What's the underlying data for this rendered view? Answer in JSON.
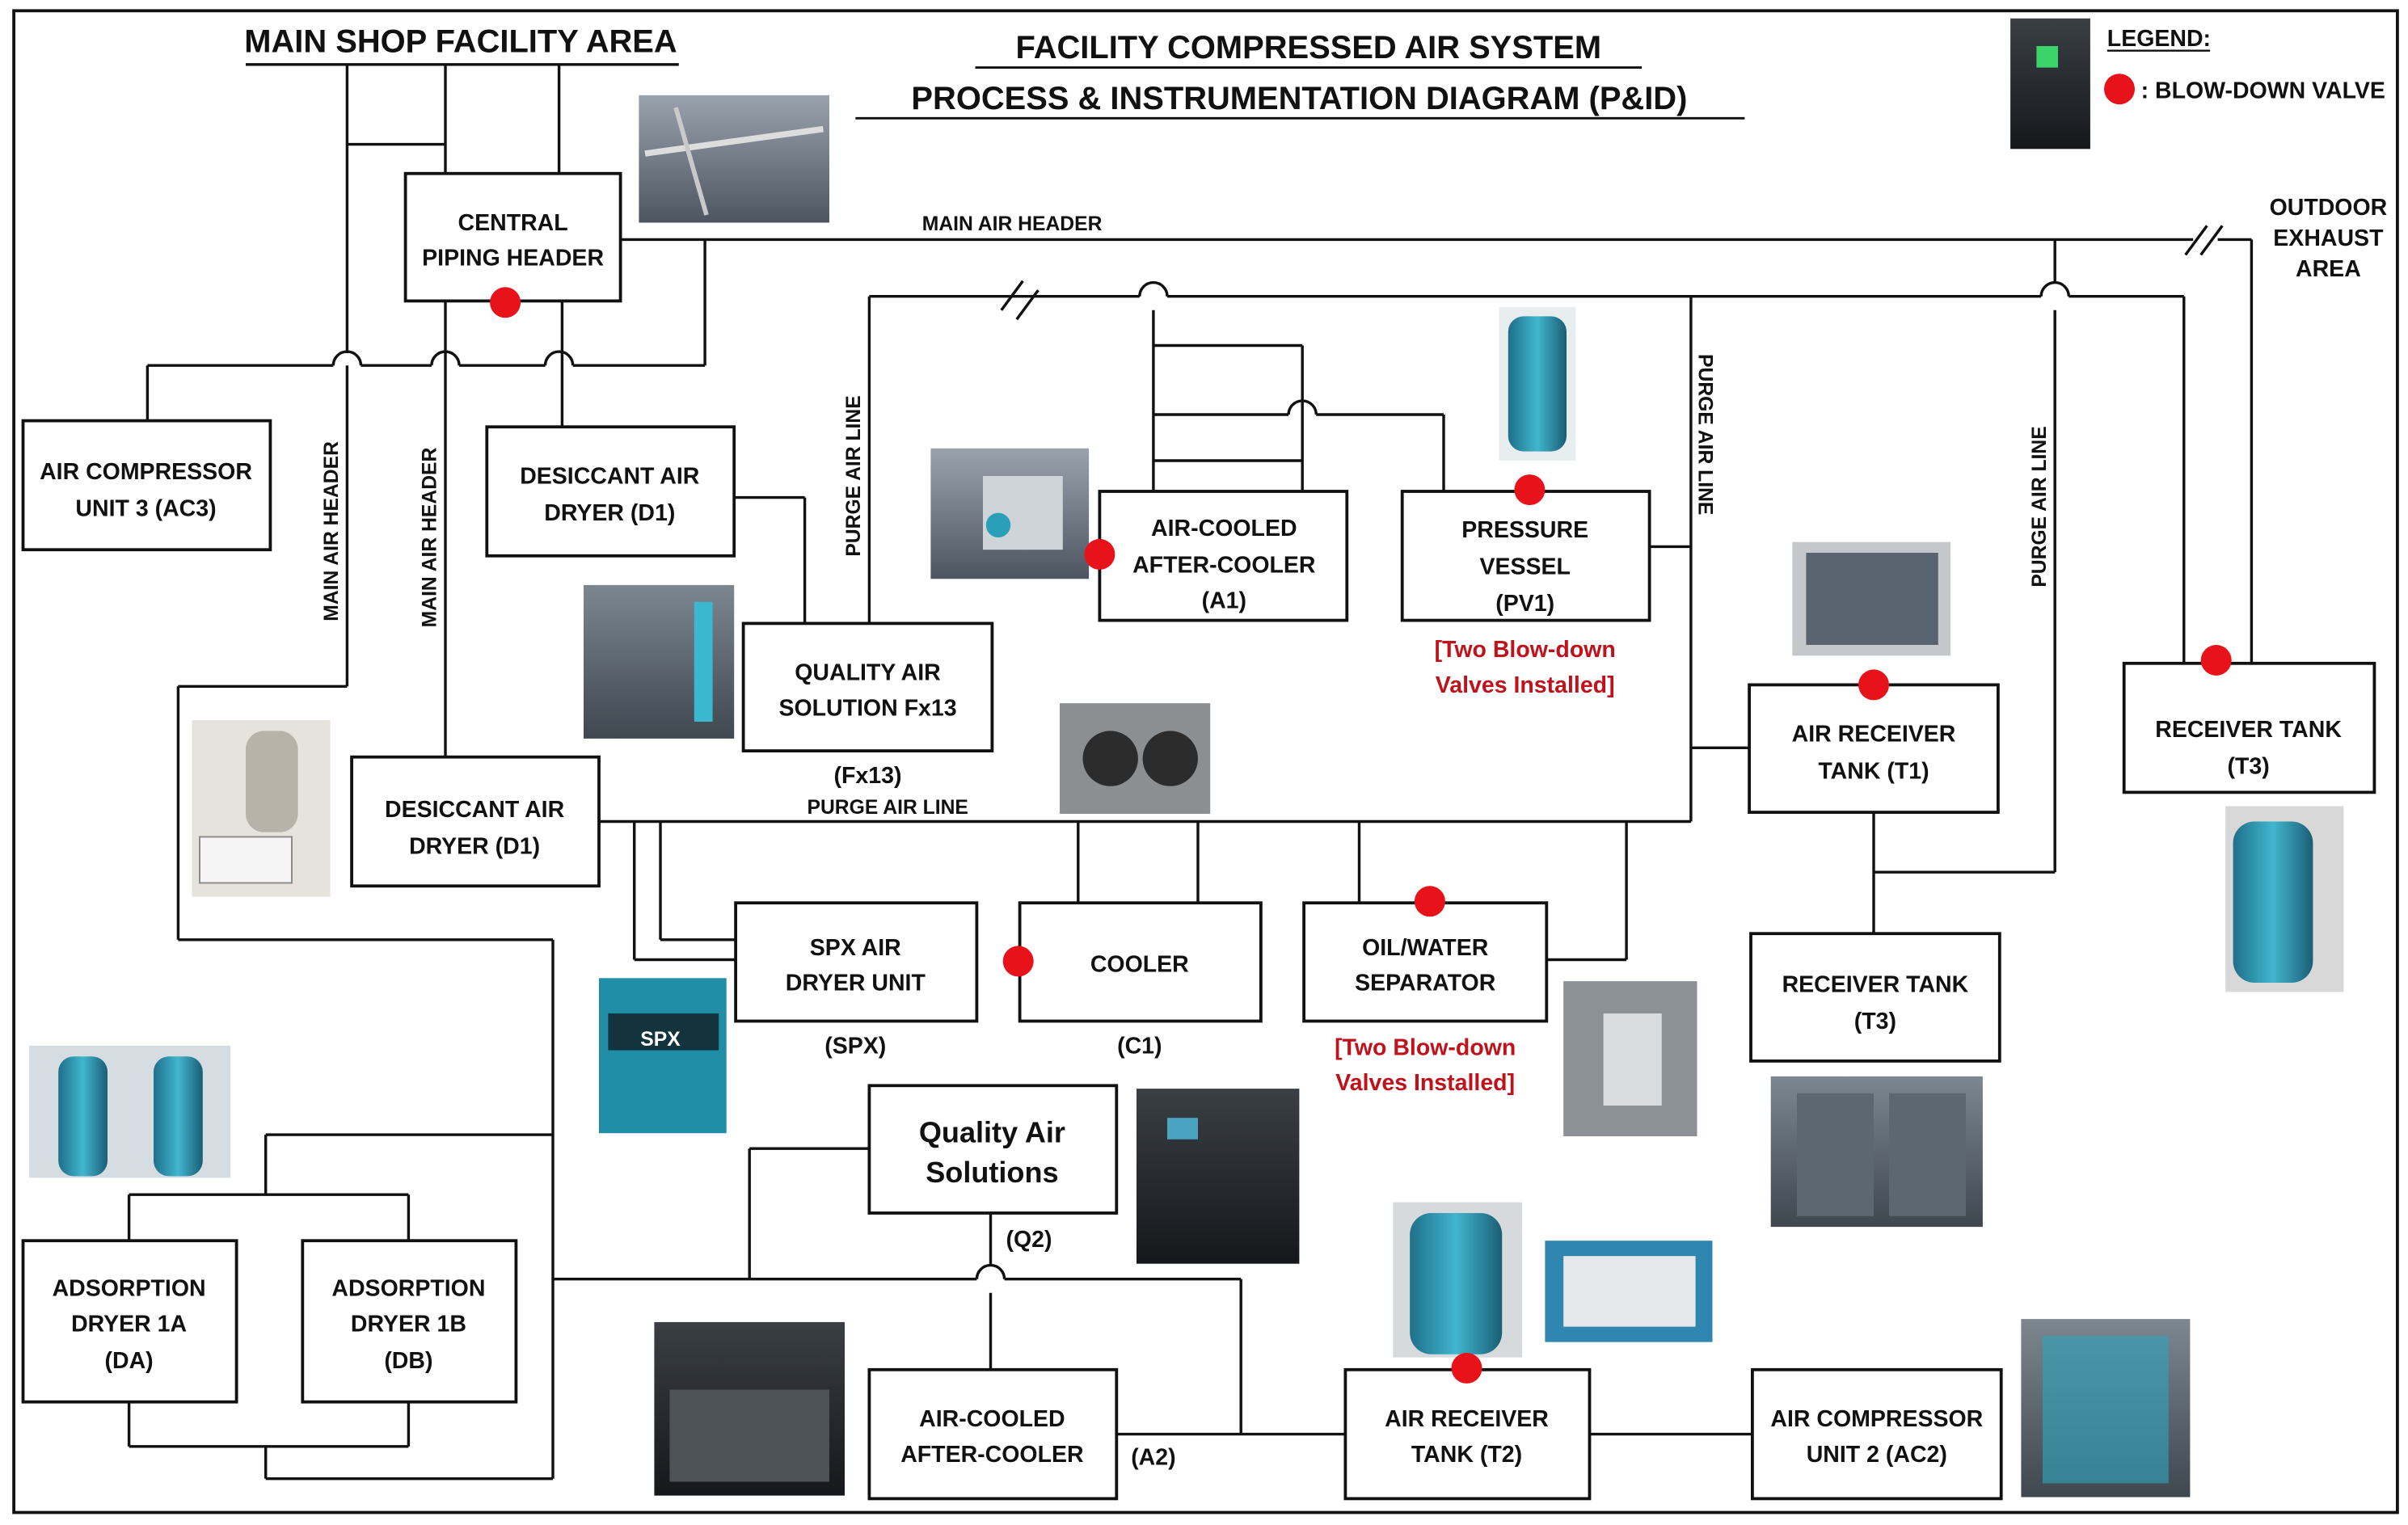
{
  "title": {
    "line1": "FACILITY COMPRESSED AIR SYSTEM",
    "line2": "PROCESS & INSTRUMENTATION DIAGRAM (P&ID)"
  },
  "area_labels": {
    "main_shop": "MAIN SHOP FACILITY AREA",
    "outdoor": [
      "OUTDOOR",
      "EXHAUST",
      "AREA"
    ]
  },
  "legend": {
    "title": "LEGEND:",
    "item": ": BLOW-DOWN VALVE",
    "valve_color": "#e8121b"
  },
  "pipe_labels": {
    "main_air_header_top": "MAIN AIR HEADER",
    "main_air_header_v1": "MAIN AIR HEADER",
    "main_air_header_v2": "MAIN AIR HEADER",
    "purge_v1": "PURGE AIR LINE",
    "purge_v2": "PURGE AIR LINE",
    "purge_v3": "PURGE AIR LINE",
    "purge_h": "PURGE AIR LINE"
  },
  "components": {
    "central_header": [
      "CENTRAL",
      "PIPING HEADER"
    ],
    "ac3": [
      "AIR COMPRESSOR",
      "UNIT 3 (AC3)"
    ],
    "d1_top": [
      "DESICCANT AIR",
      "DRYER (D1)"
    ],
    "d1_mid": [
      "DESICCANT AIR",
      "DRYER (D1)"
    ],
    "fx13": [
      "QUALITY AIR",
      "SOLUTION Fx13"
    ],
    "fx13_tag": "(Fx13)",
    "a1": [
      "AIR-COOLED",
      "AFTER-COOLER",
      "(A1)"
    ],
    "pv1": [
      "PRESSURE",
      "VESSEL",
      "(PV1)"
    ],
    "pv1_note": [
      "[Two Blow-down",
      "Valves Installed]"
    ],
    "t1": [
      "AIR RECEIVER",
      "TANK (T1)"
    ],
    "t3_right": [
      "RECEIVER TANK",
      "(T3)"
    ],
    "t3_mid": [
      "RECEIVER TANK",
      "(T3)"
    ],
    "spx": [
      "SPX AIR",
      "DRYER UNIT"
    ],
    "spx_tag": "(SPX)",
    "c1": [
      "COOLER"
    ],
    "c1_tag": "(C1)",
    "ows": [
      "OIL/WATER",
      "SEPARATOR"
    ],
    "ows_note": [
      "[Two Blow-down",
      "Valves Installed]"
    ],
    "q2": [
      "Quality Air",
      "Solutions"
    ],
    "q2_tag": "(Q2)",
    "da": [
      "ADSORPTION",
      "DRYER 1A",
      "(DA)"
    ],
    "db": [
      "ADSORPTION",
      "DRYER 1B",
      "(DB)"
    ],
    "a2": [
      "AIR-COOLED",
      "AFTER-COOLER"
    ],
    "a2_tag": "(A2)",
    "t2": [
      "AIR RECEIVER",
      "TANK (T2)"
    ],
    "ac2": [
      "AIR COMPRESSOR",
      "UNIT 2 (AC2)"
    ]
  }
}
